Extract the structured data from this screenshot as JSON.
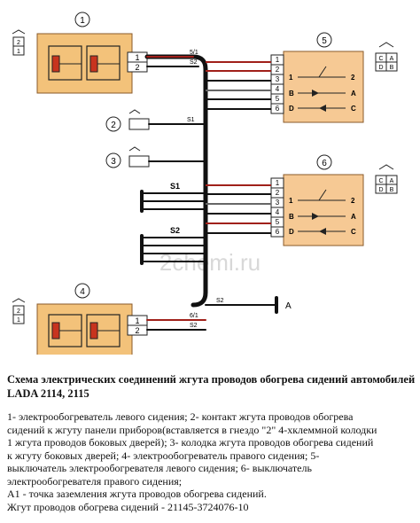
{
  "diagram": {
    "callouts": [
      "1",
      "2",
      "3",
      "4",
      "5",
      "6"
    ],
    "splices": [
      "S1",
      "S2"
    ],
    "ground_point": "A",
    "watermark": "2chemi.ru",
    "heater_pins": [
      "1",
      "2"
    ],
    "switch_pins": [
      "1",
      "2",
      "3",
      "4",
      "5",
      "6"
    ],
    "switch_terminals": [
      "1",
      "2",
      "A",
      "B",
      "C",
      "D"
    ],
    "connector_pins": [
      "C",
      "A",
      "D",
      "B"
    ],
    "wire_marks": [
      "5/1",
      "S2",
      "S1",
      "6/1",
      "S2"
    ],
    "colors": {
      "harness": "#111111",
      "red_wire": "#a0201a",
      "heater_fill": "#f3c27a",
      "switch_fill": "#f6c994",
      "element": "#c8341e"
    }
  },
  "caption": {
    "title": "Схема электрических соединений жгута проводов обогрева сидений автомобилей LADA 2114, 2115"
  },
  "legend": {
    "lines": [
      "1- электрообогреватель левого сидения; 2- контакт жгута проводов обогрева",
      "сидений к жгуту панели приборов(вставляется в гнездо \"2\" 4-хклеммной колодки",
      "1 жгута проводов боковых дверей); 3- колодка жгута проводов обогрева сидений",
      "к жгуту боковых дверей; 4- электрообогреватель правого сидения; 5-",
      "выключатель электрообогревателя левого сидения; 6- выключатель",
      "электрообогревателя правого сидения;",
      "А1 - точка заземления жгута проводов обогрева сидений.",
      "Жгут проводов обогрева сидений - 21145-3724076-10"
    ]
  }
}
